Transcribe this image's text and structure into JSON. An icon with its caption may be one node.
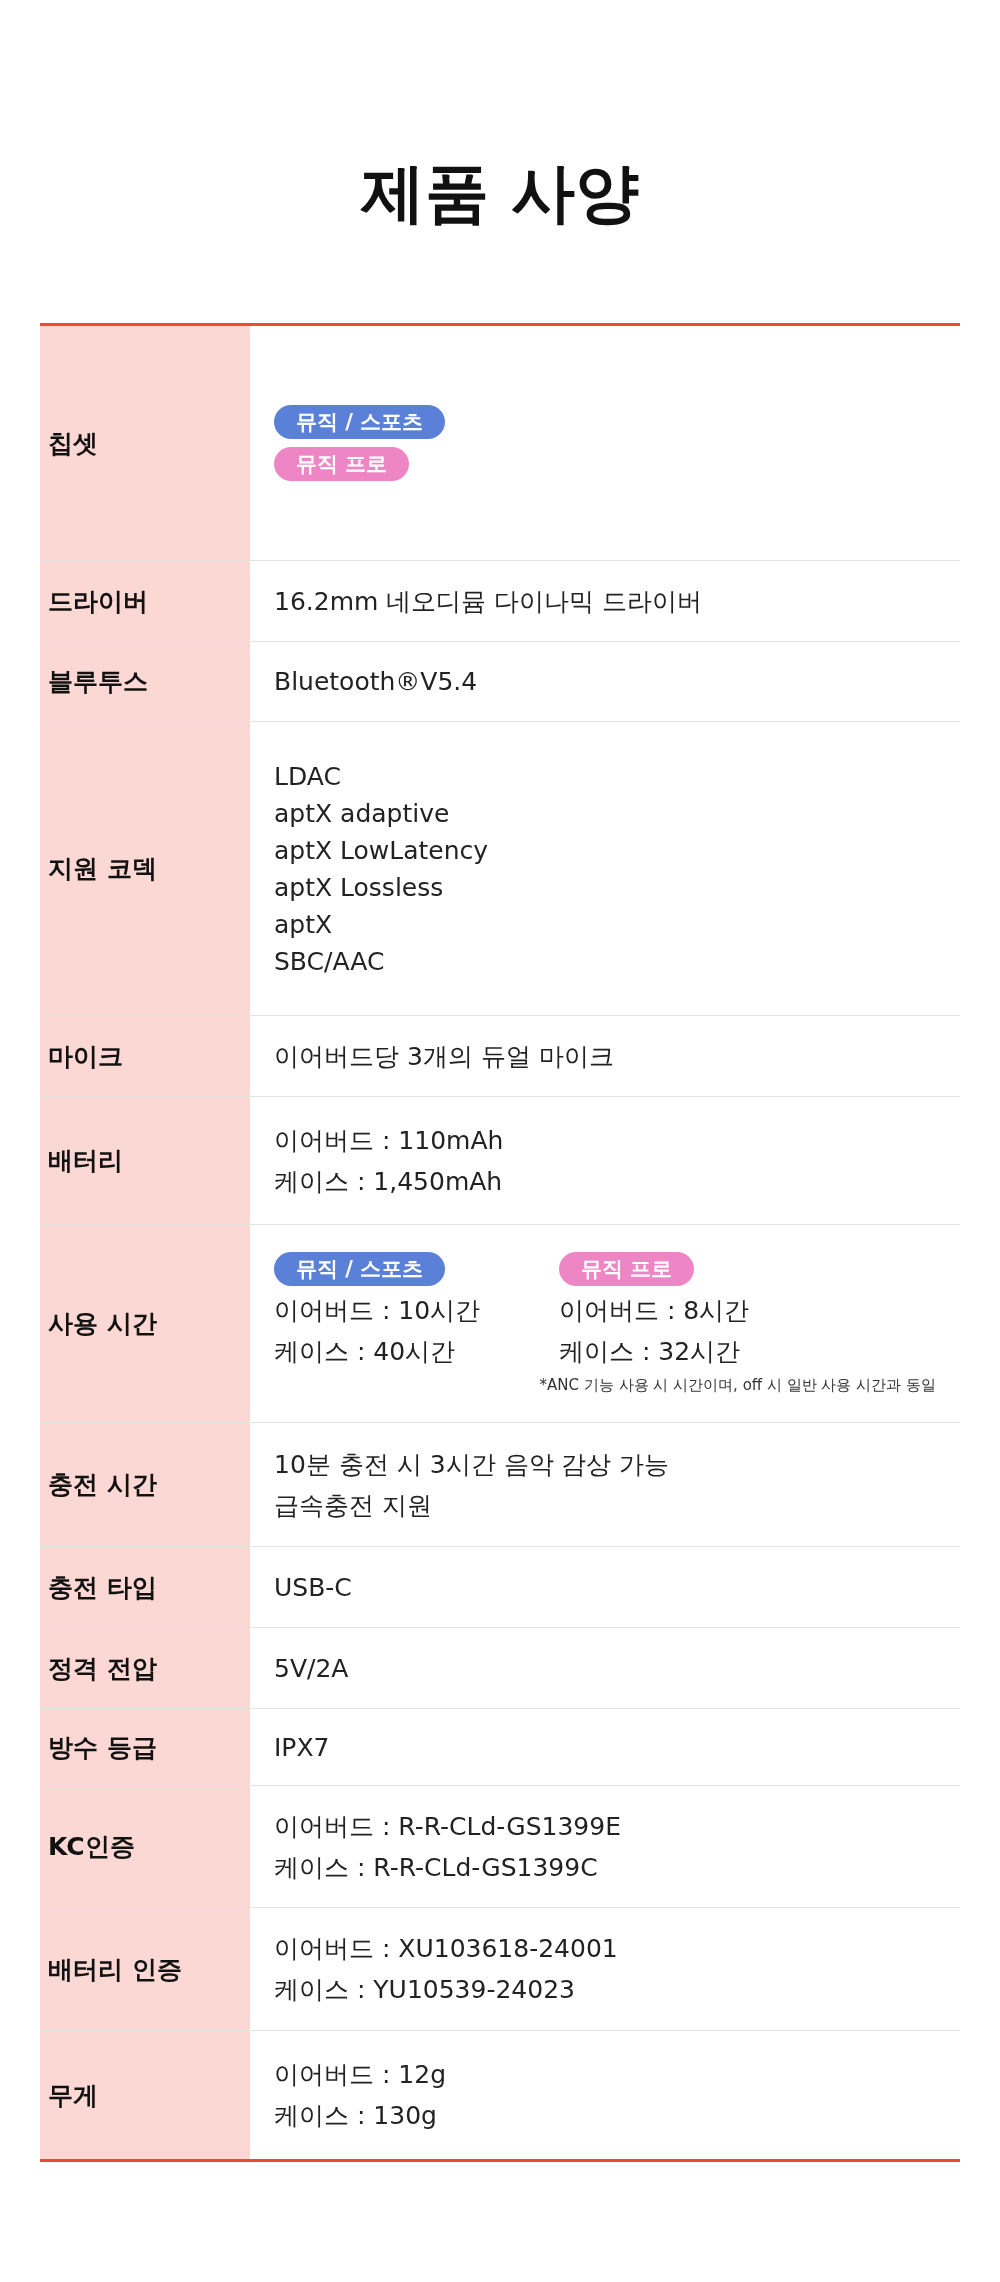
{
  "diagram": {
    "title": "제품 사양",
    "nodes": [
      {
        "text": [
          "뮤직 / 스포츠"
        ]
      },
      {
        "text": [
          "뮤직 프로"
        ]
      },
      {
        "text": [
          "뮤직 / 스포츠"
        ]
      },
      {
        "text": [
          "뮤직 프로"
        ]
      }
    ],
    "labels": [
      "칩셋",
      "드라이버",
      "16.2mm 네오디뮴 다이나믹 드라이버",
      "블루투스",
      "Bluetooth®V5.4",
      "지원 코덱",
      "LDAC",
      "aptX adaptive",
      "aptX LowLatency",
      "aptX Lossless",
      "aptX",
      "SBC/AAC",
      "마이크",
      "이어버드당 3개의 듀얼 마이크",
      "배터리",
      "이어버드 : 110mAh",
      "케이스 : 1,450mAh",
      "사용 시간",
      "이어버드 : 10시간",
      "이어버드 : 8시간",
      "케이스 : 40시간",
      "케이스 : 32시간",
      "*ANC 기능 사용 시 시간이며, off 시 일반 사용 시간과 동일",
      "충전 시간",
      "10분 충전 시 3시간 음악 감상 가능",
      "급속충전 지원",
      "충전 타입",
      "USB-C",
      "정격 전압",
      "5V/2A",
      "방수 등급",
      "IPX7",
      "KC인증",
      "이어버드 : R-R-CLd-GS1399E",
      "케이스 : R-R-CLd-GS1399C",
      "배터리 인증",
      "이어버드 : XU103618-24001",
      "케이스 : YU10539-24023",
      "무게",
      "이어버드 : 12g",
      "케이스 : 130g"
    ]
  }
}
